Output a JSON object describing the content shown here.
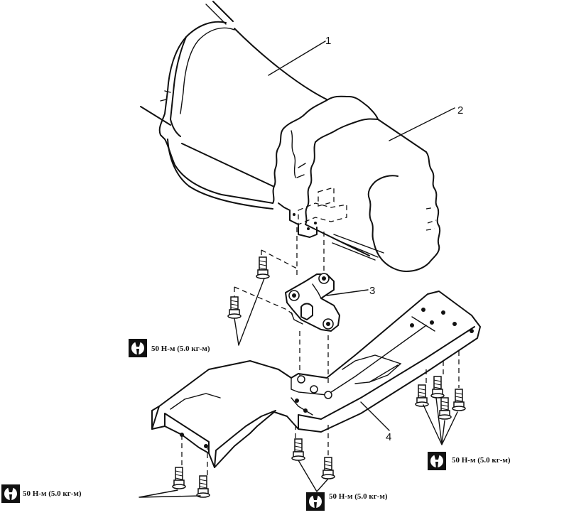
{
  "callouts": [
    {
      "id": "1",
      "label": "1"
    },
    {
      "id": "2",
      "label": "2"
    },
    {
      "id": "3",
      "label": "3"
    },
    {
      "id": "4",
      "label": "4"
    }
  ],
  "torque_specs": [
    {
      "id": "mount-bolts",
      "text": "50 Н-м (5.0 кг-м)",
      "icon": "torque-wrench-icon"
    },
    {
      "id": "rear-right-bolts",
      "text": "50 Н-м (5.0 кг-м)",
      "icon": "torque-wrench-icon"
    },
    {
      "id": "left-bolts",
      "text": "50 Н-м (5.0 кг-м)",
      "icon": "torque-wrench-icon"
    },
    {
      "id": "center-bolts",
      "text": "50 Н-м (5.0 кг-м)",
      "icon": "torque-wrench-icon"
    }
  ]
}
